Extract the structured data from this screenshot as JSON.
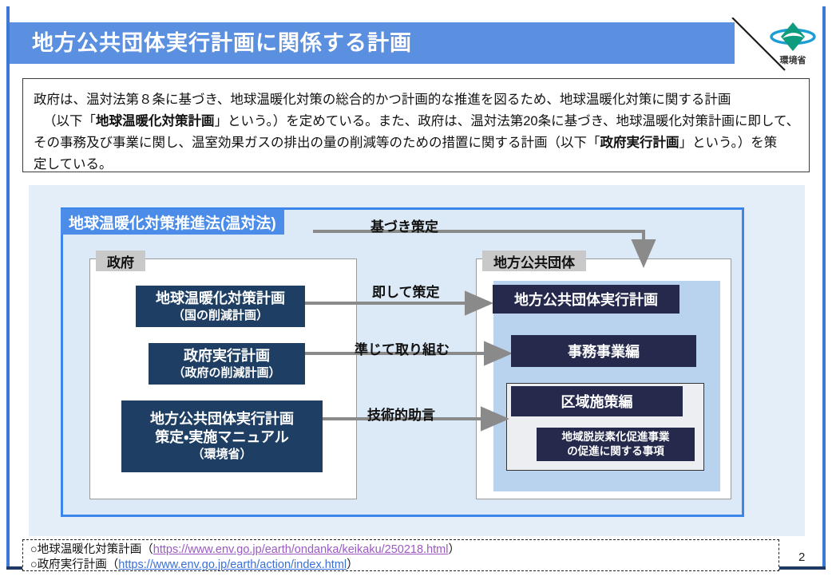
{
  "slide": {
    "title": "地方公共団体実行計画に関係する計画",
    "page_number": "2",
    "accent_blue": "#5b8fe0",
    "frame_blue": "#3b86e8",
    "navy": "#1e3f63",
    "dark_navy": "#252a4d"
  },
  "logo": {
    "label": "環境省",
    "icon": "ministry-of-environment-logo",
    "diamond_color": "#0f9b7e",
    "swoosh_color": "#1a9ed4"
  },
  "description": {
    "line1": "政府は、温対法第８条に基づき、地球温暖化対策の総合的かつ計画的な推進を図るため、地球温暖化対策に関する計画",
    "line2_a": "（以下「",
    "line2_b": "地球温暖化対策計画",
    "line2_c": "」という。）を定めている。また、政府は、温対法第20条に基づき、地球温暖化対策計画に即して、",
    "line3_a": "その事務及び事業に関し、温室効果ガスの排出の量の削減等のための措置に関する計画（以下「",
    "line3_b": "政府実行計画",
    "line3_c": "」という。）を策",
    "line4": "定している。"
  },
  "diagram": {
    "law_header": "地球温暖化対策推進法(温対法)",
    "gov_tab": "政府",
    "local_tab": "地方公共団体",
    "gov_boxes": [
      {
        "title": "地球温暖化対策計画",
        "subtitle": "（国の削減計画）"
      },
      {
        "title": "政府実行計画",
        "subtitle": "（政府の削減計画）"
      },
      {
        "title_1": "地方公共団体実行計画",
        "title_2": "策定・実施マニュアル",
        "subtitle": "（環境省）"
      }
    ],
    "local_boxes": {
      "plan": "地方公共団体実行計画",
      "jimu": "事務事業編",
      "kuiki": "区域施策編",
      "chiiki_1": "地域脱炭素化促進事業",
      "chiiki_2": "の促進に関する事項"
    },
    "arrow_labels": {
      "motozuki": "基づき策定",
      "sokushite": "即して策定",
      "junjite": "準じて取り組む",
      "gijutsu": "技術的助言"
    }
  },
  "footer": {
    "line1_label": "○地球温暖化対策計画（",
    "line1_url": "https://www.env.go.jp/earth/ondanka/keikaku/250218.html",
    "line1_close": "）",
    "line2_label": "○政府実行計画（",
    "line2_url": "https://www.env.go.jp/earth/action/index.html",
    "line2_close": "）"
  }
}
